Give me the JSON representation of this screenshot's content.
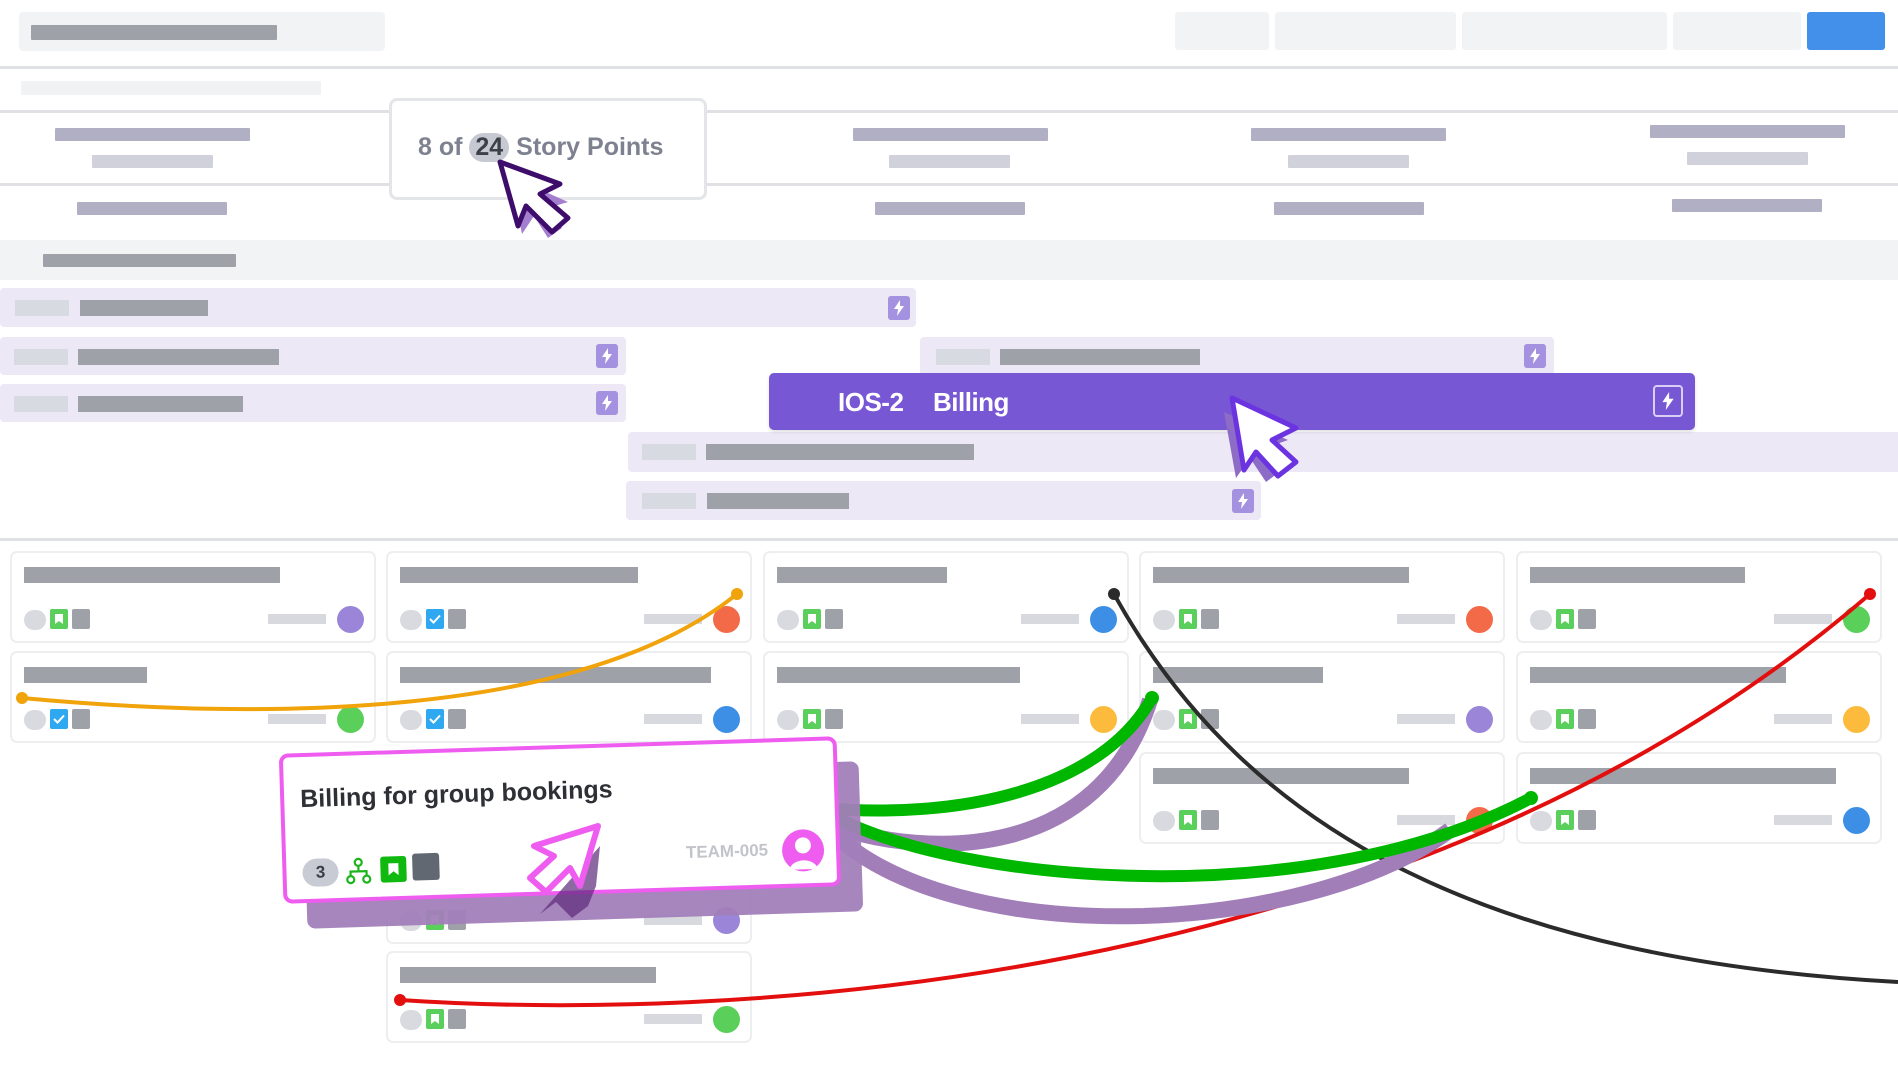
{
  "toolbar": {
    "buttons": [
      {
        "name": "toolbar-button-1"
      },
      {
        "name": "toolbar-button-2"
      },
      {
        "name": "toolbar-button-3"
      },
      {
        "name": "toolbar-button-4"
      },
      {
        "name": "primary-button",
        "color": "#4290ea"
      }
    ]
  },
  "story_points": {
    "prefix": "8 of",
    "total": "24",
    "suffix": "Story Points"
  },
  "roadmap": {
    "highlighted_epic": {
      "key": "IOS-2",
      "title": "Billing",
      "color": "#7857d4",
      "icon": "lightning-icon"
    },
    "bar_color": "#ece8f6",
    "bolt_color": "#a491e0"
  },
  "dragged_card": {
    "title": "Billing for group bookings",
    "story_points": "3",
    "key": "TEAM-005",
    "icons": [
      "hierarchy-icon",
      "story-icon",
      "priority-icon"
    ],
    "border_color": "#ee5cf0"
  },
  "dependency_colors": {
    "orange": "#f0a30a",
    "black": "#2b2b2b",
    "green": "#00b700",
    "red": "#e30f0f",
    "purple": "#a27eb9"
  }
}
